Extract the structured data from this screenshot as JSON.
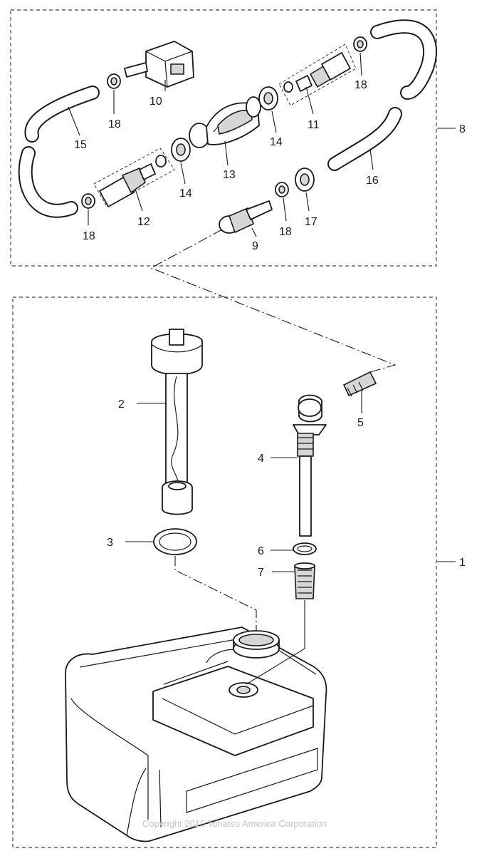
{
  "callouts": [
    "1",
    "2",
    "3",
    "4",
    "5",
    "6",
    "7",
    "8",
    "9",
    "10",
    "11",
    "12",
    "13",
    "14",
    "15",
    "16",
    "17",
    "18"
  ],
  "copyright": "Copyright 2015 Tohatsu America Corporation",
  "colors": {
    "ink": "#1a1a1a",
    "background": "#ffffff",
    "watermark": "#c4c4c4"
  }
}
